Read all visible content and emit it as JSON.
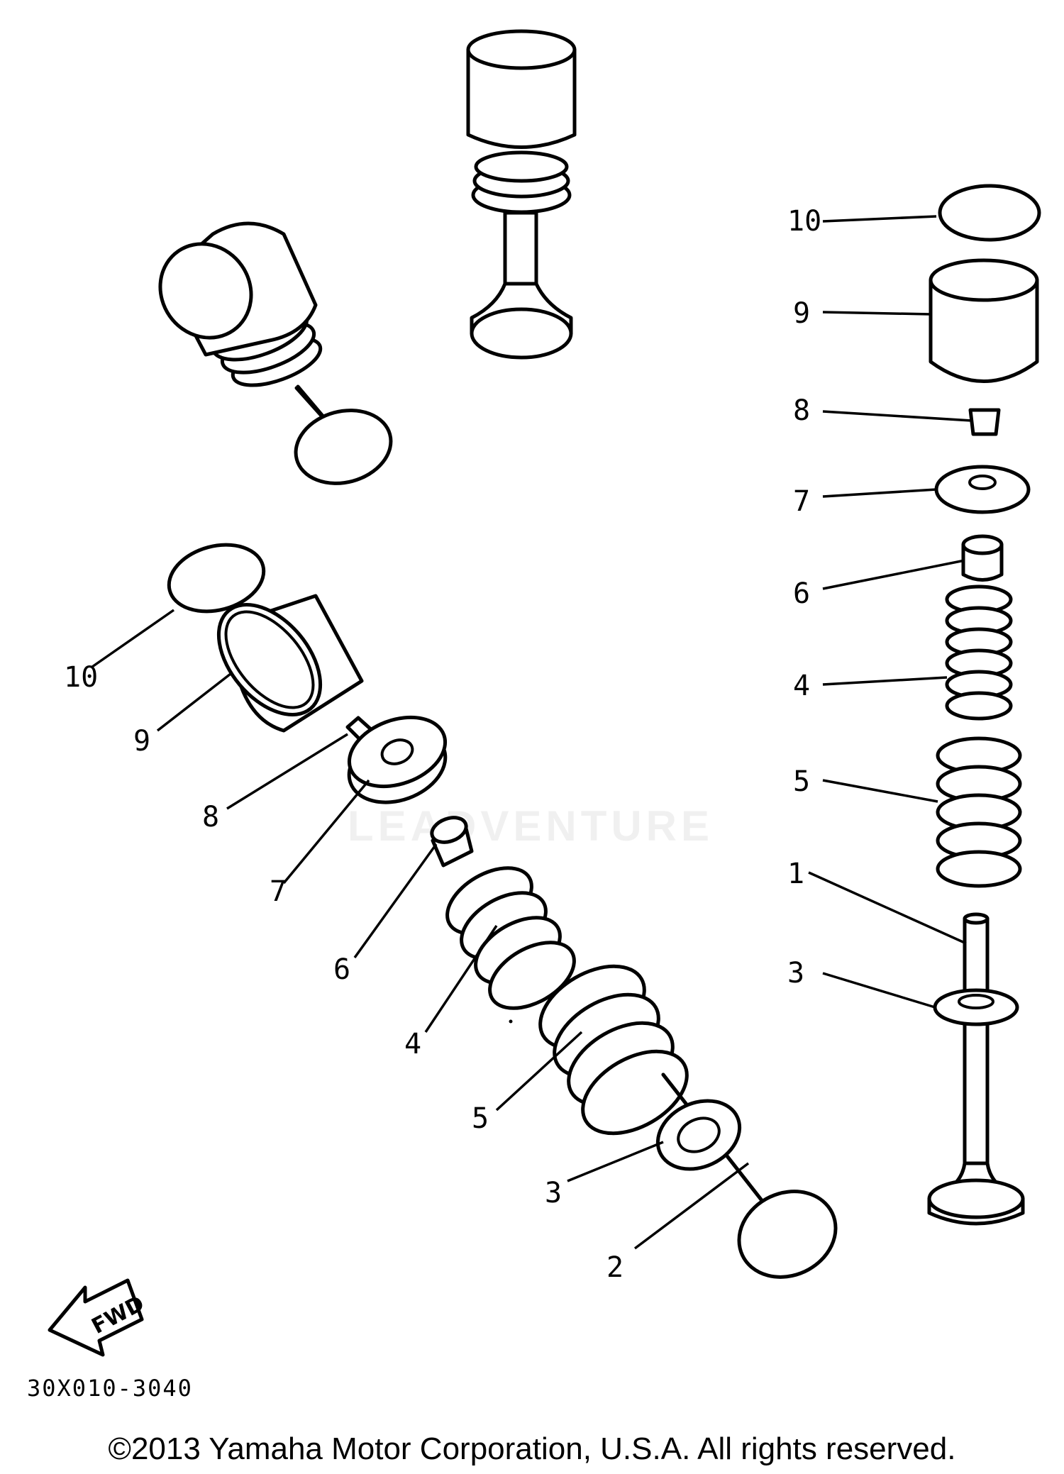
{
  "callouts": {
    "left": [
      "10",
      "9",
      "8",
      "7",
      "6",
      "4",
      "5",
      "3",
      "2"
    ],
    "right": [
      "10",
      "9",
      "8",
      "7",
      "6",
      "4",
      "5",
      "1",
      "3"
    ]
  },
  "direction_label": "FWD",
  "drawing_code": "30X010-3040",
  "copyright": "©2013 Yamaha Motor Corporation, U.S.A. All rights reserved.",
  "watermark": "LEADVENTURE",
  "icons": {
    "forward_arrow": "fwd-arrow-icon",
    "watermark_logo": "leadventure-logo-icon"
  }
}
